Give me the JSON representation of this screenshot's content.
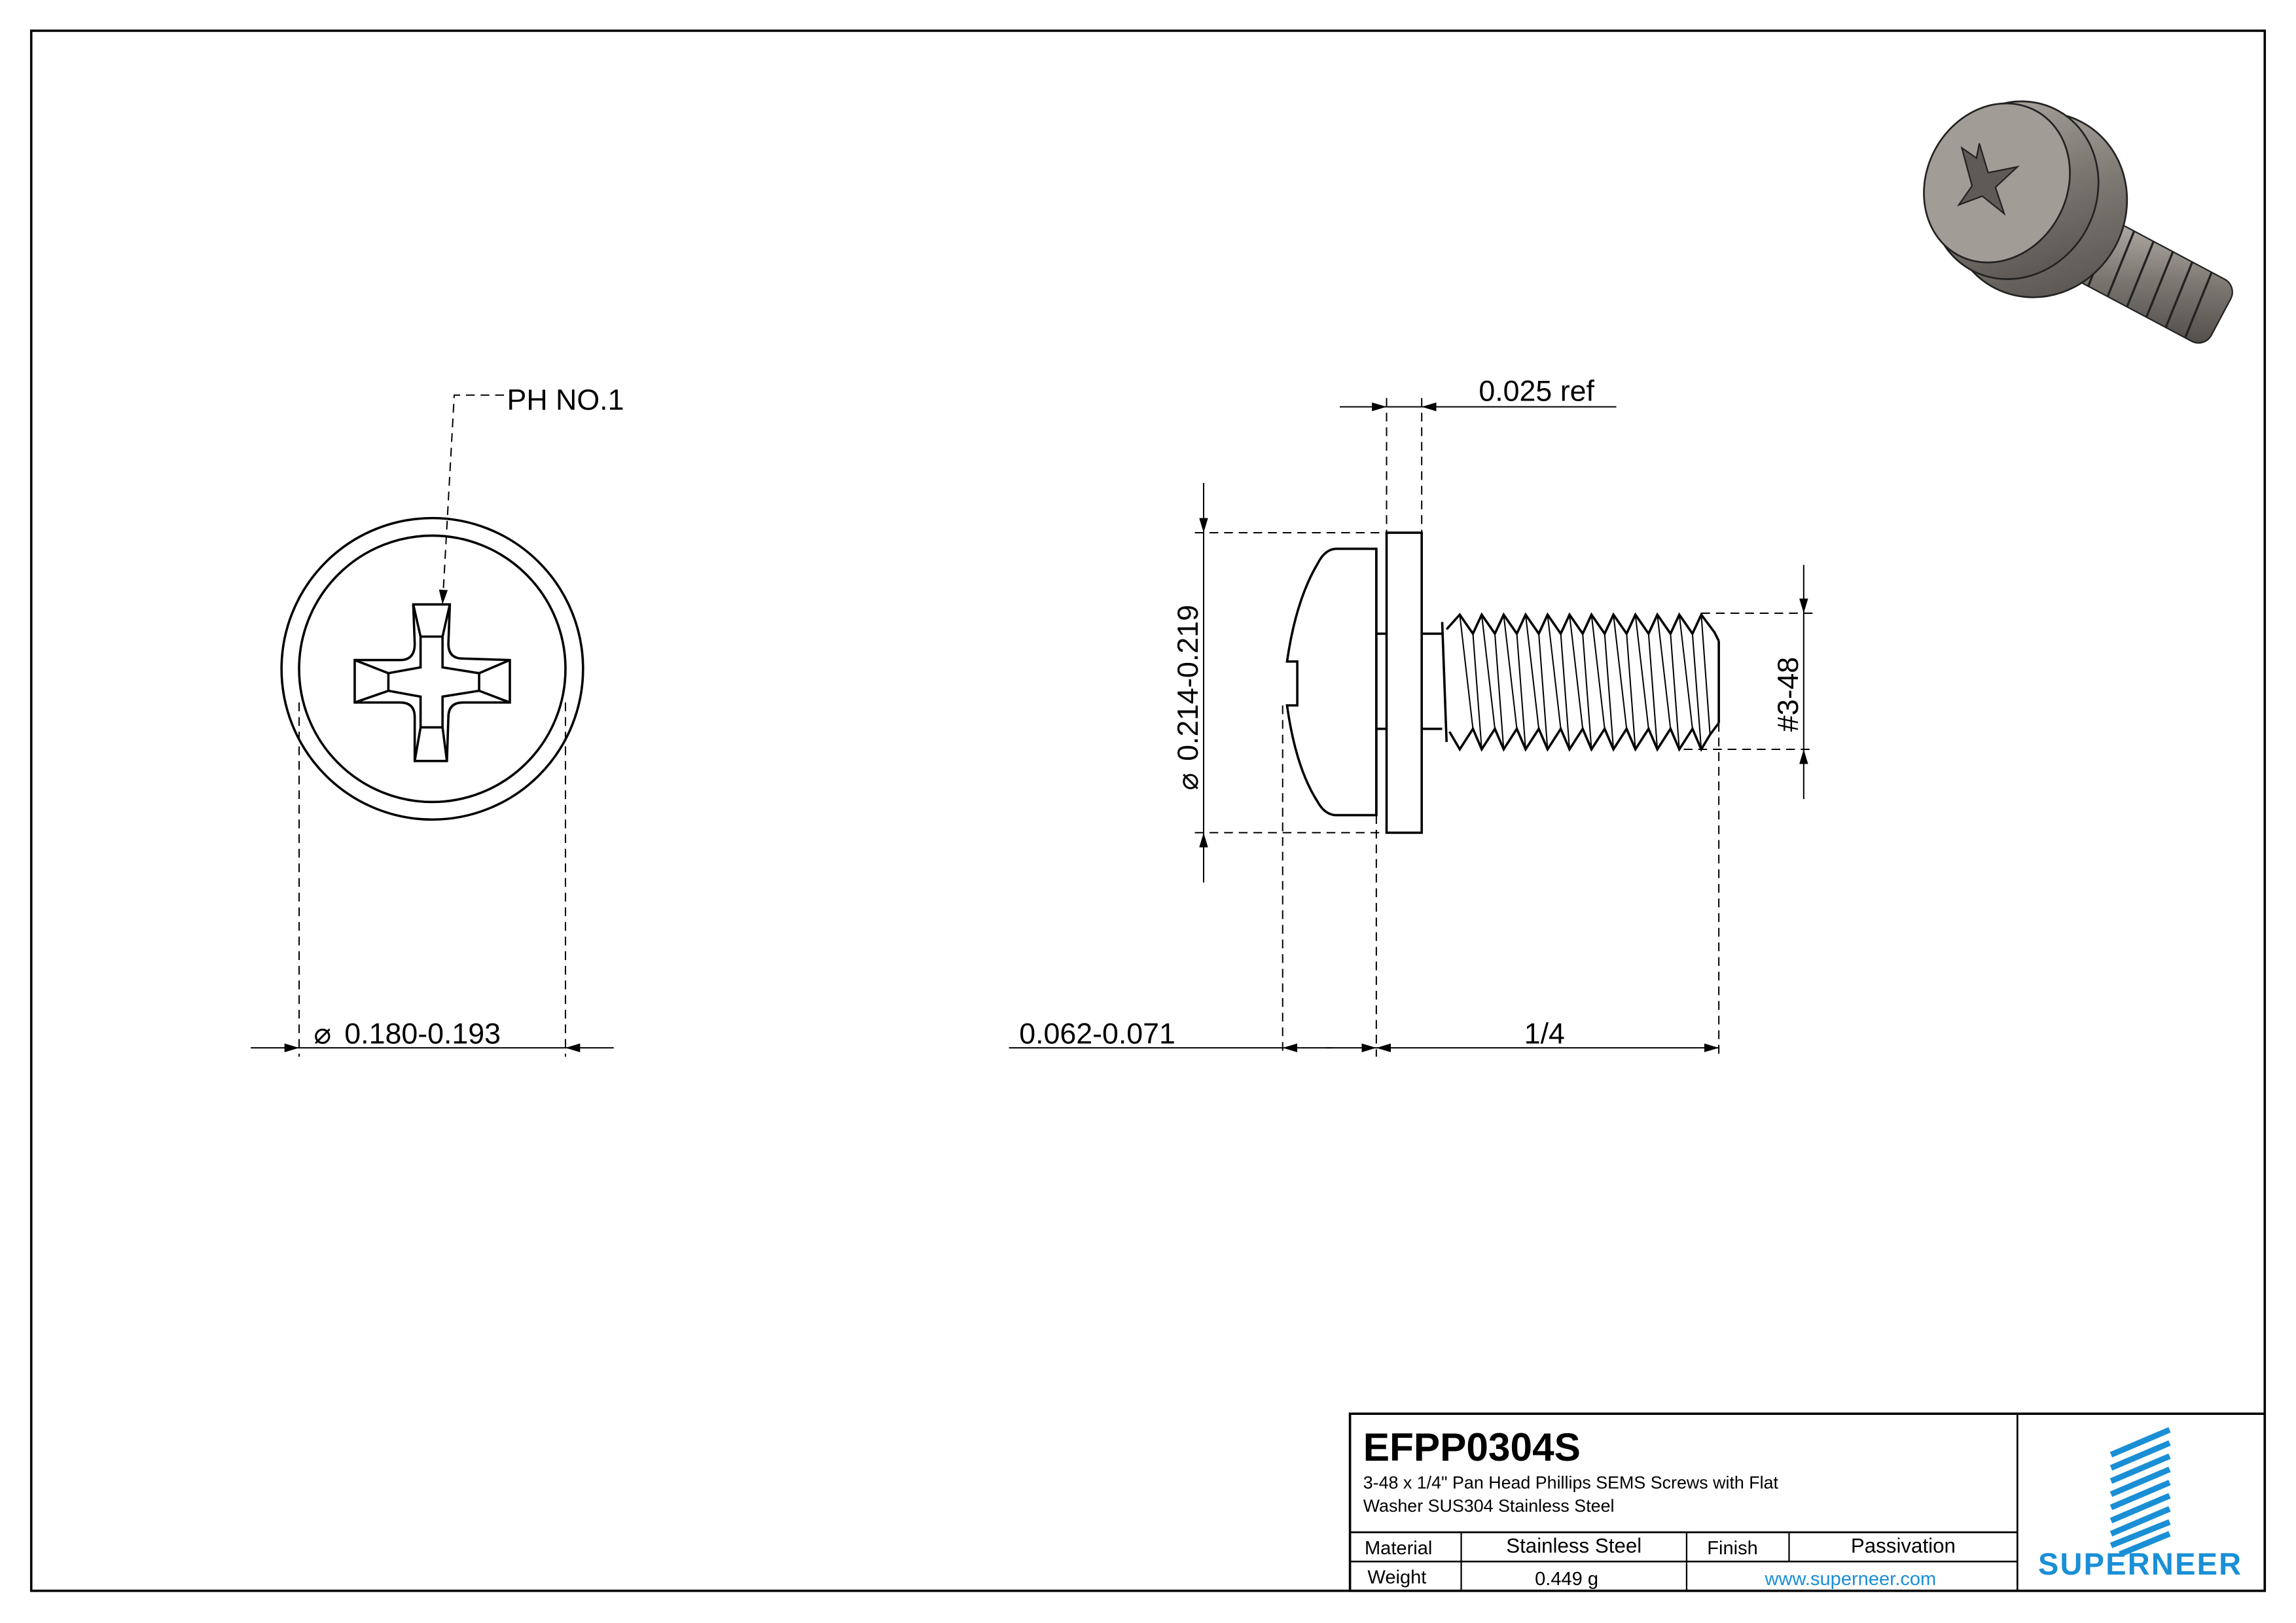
{
  "drawing": {
    "front_view": {
      "callout": "PH NO.1",
      "diameter_dim": "0.180-0.193",
      "diameter_symbol": "⌀"
    },
    "side_view": {
      "washer_thickness_dim": "0.025 ref",
      "washer_diameter_dim": "0.214-0.219",
      "diameter_symbol": "⌀",
      "thread_dim": "#3-48",
      "head_height_dim": "0.062-0.071",
      "length_dim": "1/4"
    },
    "render_3d": {
      "alt": "3D render of pan head phillips SEMS screw with flat washer",
      "color": "#8a8580"
    }
  },
  "title_block": {
    "part_number": "EFPP0304S",
    "description_line1": "3-48 x 1/4\" Pan Head Phillips SEMS Screws with Flat",
    "description_line2": "Washer SUS304 Stainless Steel",
    "material_label": "Material",
    "material_value": "Stainless Steel",
    "finish_label": "Finish",
    "finish_value": "Passivation",
    "weight_label": "Weight",
    "weight_value": "0.449 g",
    "website": "www.superneer.com",
    "brand": "SUPERNEER",
    "brand_color": "#1a8fd6"
  }
}
